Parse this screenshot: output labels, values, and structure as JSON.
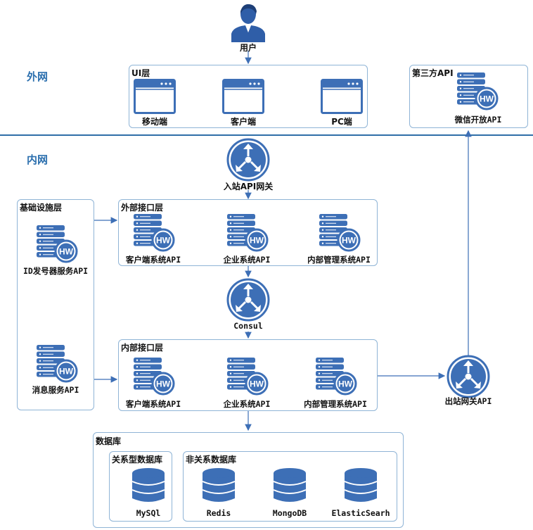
{
  "zones": {
    "outer": "外网",
    "inner": "内网"
  },
  "user": {
    "label": "用户"
  },
  "ui_layer": {
    "title": "UI层",
    "items": [
      "移动端",
      "客户端",
      "PC端"
    ]
  },
  "third_party": {
    "title": "第三方API",
    "item": "微信开放API"
  },
  "inbound_gateway": {
    "label": "入站API网关"
  },
  "consul": {
    "label": "Consul"
  },
  "outbound_gateway": {
    "label": "出站网关API"
  },
  "infrastructure": {
    "title": "基础设施层",
    "items": [
      "ID发号器服务API",
      "消息服务API"
    ]
  },
  "external_api_layer": {
    "title": "外部接口层",
    "items": [
      "客户端系统API",
      "企业系统API",
      "内部管理系统API"
    ]
  },
  "internal_api_layer": {
    "title": "内部接口层",
    "items": [
      "客户端系统API",
      "企业系统API",
      "内部管理系统API"
    ]
  },
  "database": {
    "title": "数据库",
    "relational": {
      "title": "关系型数据库",
      "items": [
        "MySQl"
      ]
    },
    "nosql": {
      "title": "非关系数据库",
      "items": [
        "Redis",
        "MongoDB",
        "ElasticSearh"
      ]
    }
  },
  "icon_badge": "HW",
  "colors": {
    "primary": "#3d6fb6",
    "border": "#8fb4d6",
    "divider": "#2f6fa8"
  }
}
